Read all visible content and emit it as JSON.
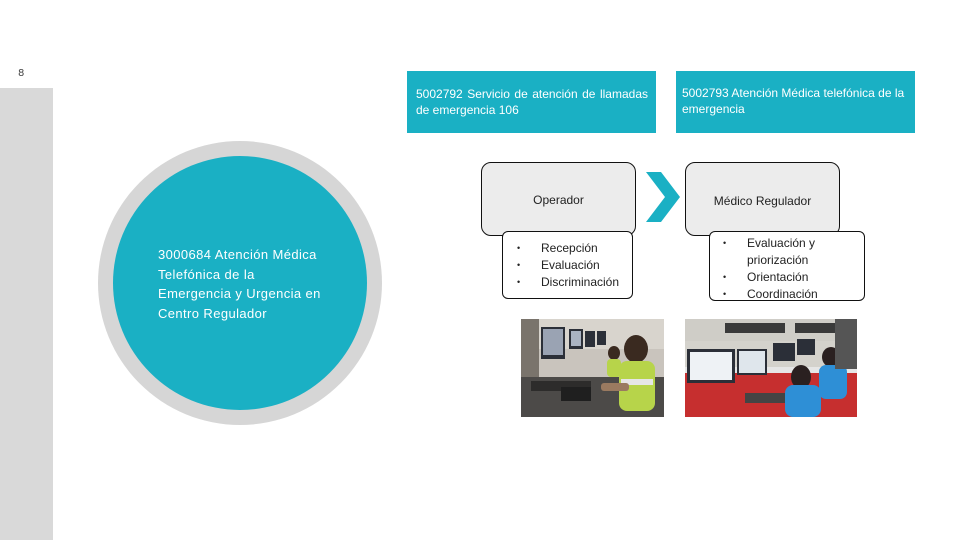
{
  "slide": {
    "page_number": "8",
    "circle_text": "3000684 Atención Médica Telefónica de la Emergencia y Urgencia en Centro Regulador"
  },
  "process_1": {
    "header": "5002792 Servicio de atención de llamadas de emergencia 106",
    "role": "Operador",
    "tasks": [
      "Recepción",
      "Evaluación",
      "Discriminación"
    ]
  },
  "process_2": {
    "header": "5002793 Atención Médica telefónica de la emergencia",
    "role": "Médico Regulador",
    "tasks": [
      "Evaluación y priorización",
      "Orientación",
      "Coordinación"
    ]
  },
  "colors": {
    "accent": "#1ab0c4",
    "circle_ring": "#d6d6d6",
    "side_strip": "#d9d9d9",
    "role_box": "#ececec"
  },
  "icons": {
    "arrow": "chevron-right-icon"
  }
}
